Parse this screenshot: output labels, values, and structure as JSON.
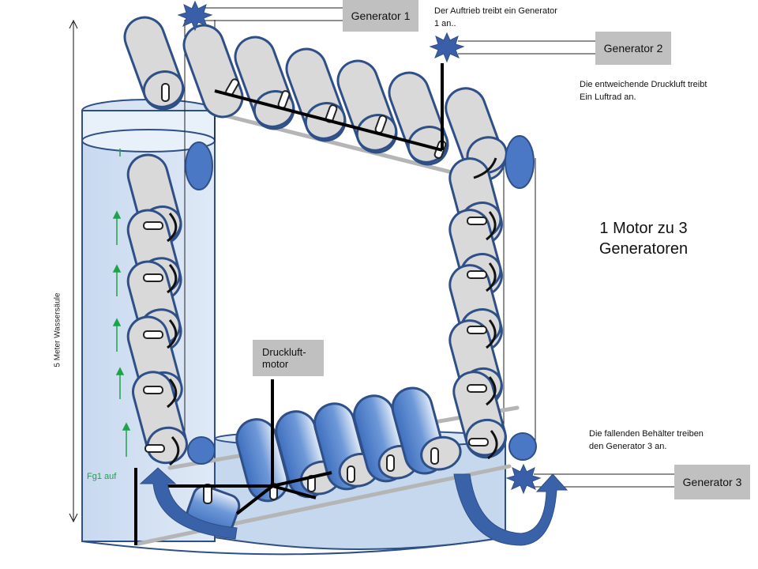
{
  "labels": {
    "generator1": "Generator 1",
    "generator2": "Generator 2",
    "generator3": "Generator 3",
    "druckluft_line1": "Druckluft-",
    "druckluft_line2": "motor",
    "note_top_line1": "Der Auftrieb treibt ein Generator",
    "note_top_line2": "1 an..",
    "note_air_line1": "Die entweichende Druckluft treibt",
    "note_air_line2": "Ein Luftrad an.",
    "note_fall_line1": "Die fallenden Behälter treiben",
    "note_fall_line2": "den Generator 3 an.",
    "title_line1": "1 Motor zu 3",
    "title_line2": "Generatoren",
    "height_label": "5 Meter  Wassersäule",
    "force_label": "Fg1 auf"
  },
  "colors": {
    "outline": "#2f4f87",
    "container_fill": "#b9d0ec",
    "canister_gray": "#d9d9d9",
    "canister_blue": "#4a78c4",
    "gear": "#3a5fa8",
    "box_gray": "#c0c0c0",
    "arrow_green": "#1fa24a"
  }
}
